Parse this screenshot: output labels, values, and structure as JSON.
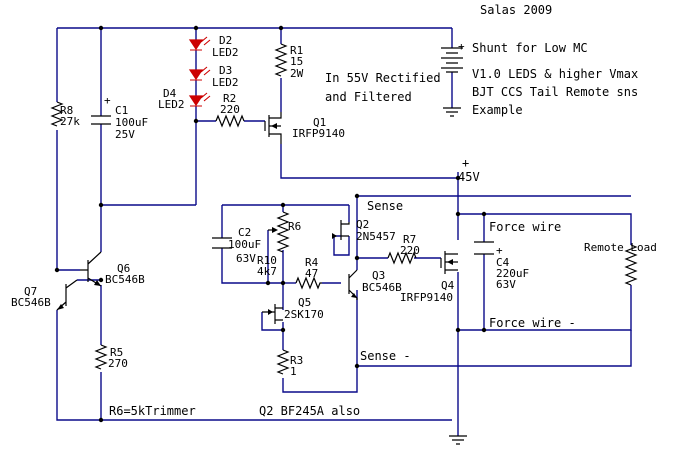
{
  "title": {
    "author": "Salas 2009",
    "subtitle": "Shunt for Low MC",
    "line1": "V1.0 LEDS & higher Vmax",
    "line2": "BJT CCS Tail Remote sns",
    "line3": "Example"
  },
  "input_note": {
    "line1": "In 55V Rectified",
    "line2": "and Filtered"
  },
  "rail": {
    "plus": "+",
    "voltage": "45V"
  },
  "battery": {
    "plus": "+"
  },
  "components": {
    "r1": {
      "name": "R1",
      "value": "15",
      "rating": "2W"
    },
    "r2": {
      "name": "R2",
      "value": "220"
    },
    "r3": {
      "name": "R3",
      "value": "1"
    },
    "r4": {
      "name": "R4",
      "value": "47"
    },
    "r5": {
      "name": "R5",
      "value": "270"
    },
    "r6": {
      "name": "R6"
    },
    "r7": {
      "name": "R7",
      "value": "220"
    },
    "r8": {
      "name": "R8",
      "value": "27k"
    },
    "r10": {
      "name": "R10",
      "value": "4k7"
    },
    "c1": {
      "name": "C1",
      "value": "100uF",
      "rating": "25V",
      "plus": "+"
    },
    "c2": {
      "name": "C2",
      "value": "100uF",
      "rating": "63V"
    },
    "c4": {
      "name": "C4",
      "value": "220uF",
      "rating": "63V",
      "plus": "+"
    },
    "d2": {
      "name": "D2",
      "type": "LED2"
    },
    "d3": {
      "name": "D3",
      "type": "LED2"
    },
    "d4": {
      "name": "D4",
      "type": "LED2"
    },
    "q1": {
      "name": "Q1",
      "type": "IRFP9140"
    },
    "q2": {
      "name": "Q2",
      "type": "2N5457"
    },
    "q3": {
      "name": "Q3",
      "type": "BC546B"
    },
    "q4": {
      "name": "Q4",
      "type": "IRFP9140"
    },
    "q5": {
      "name": "Q5",
      "type": "2SK170"
    },
    "q6": {
      "name": "Q6",
      "type": "BC546B"
    },
    "q7": {
      "name": "Q7",
      "type": "BC546B"
    }
  },
  "labels": {
    "sense_plus": "Sense",
    "sense_minus": "Sense -",
    "force_plus": "Force wire",
    "force_minus": "Force wire -",
    "remote_load": "Remote Load"
  },
  "notes": {
    "trimmer": "R6=5kTrimmer",
    "alt": "Q2 BF245A also"
  }
}
